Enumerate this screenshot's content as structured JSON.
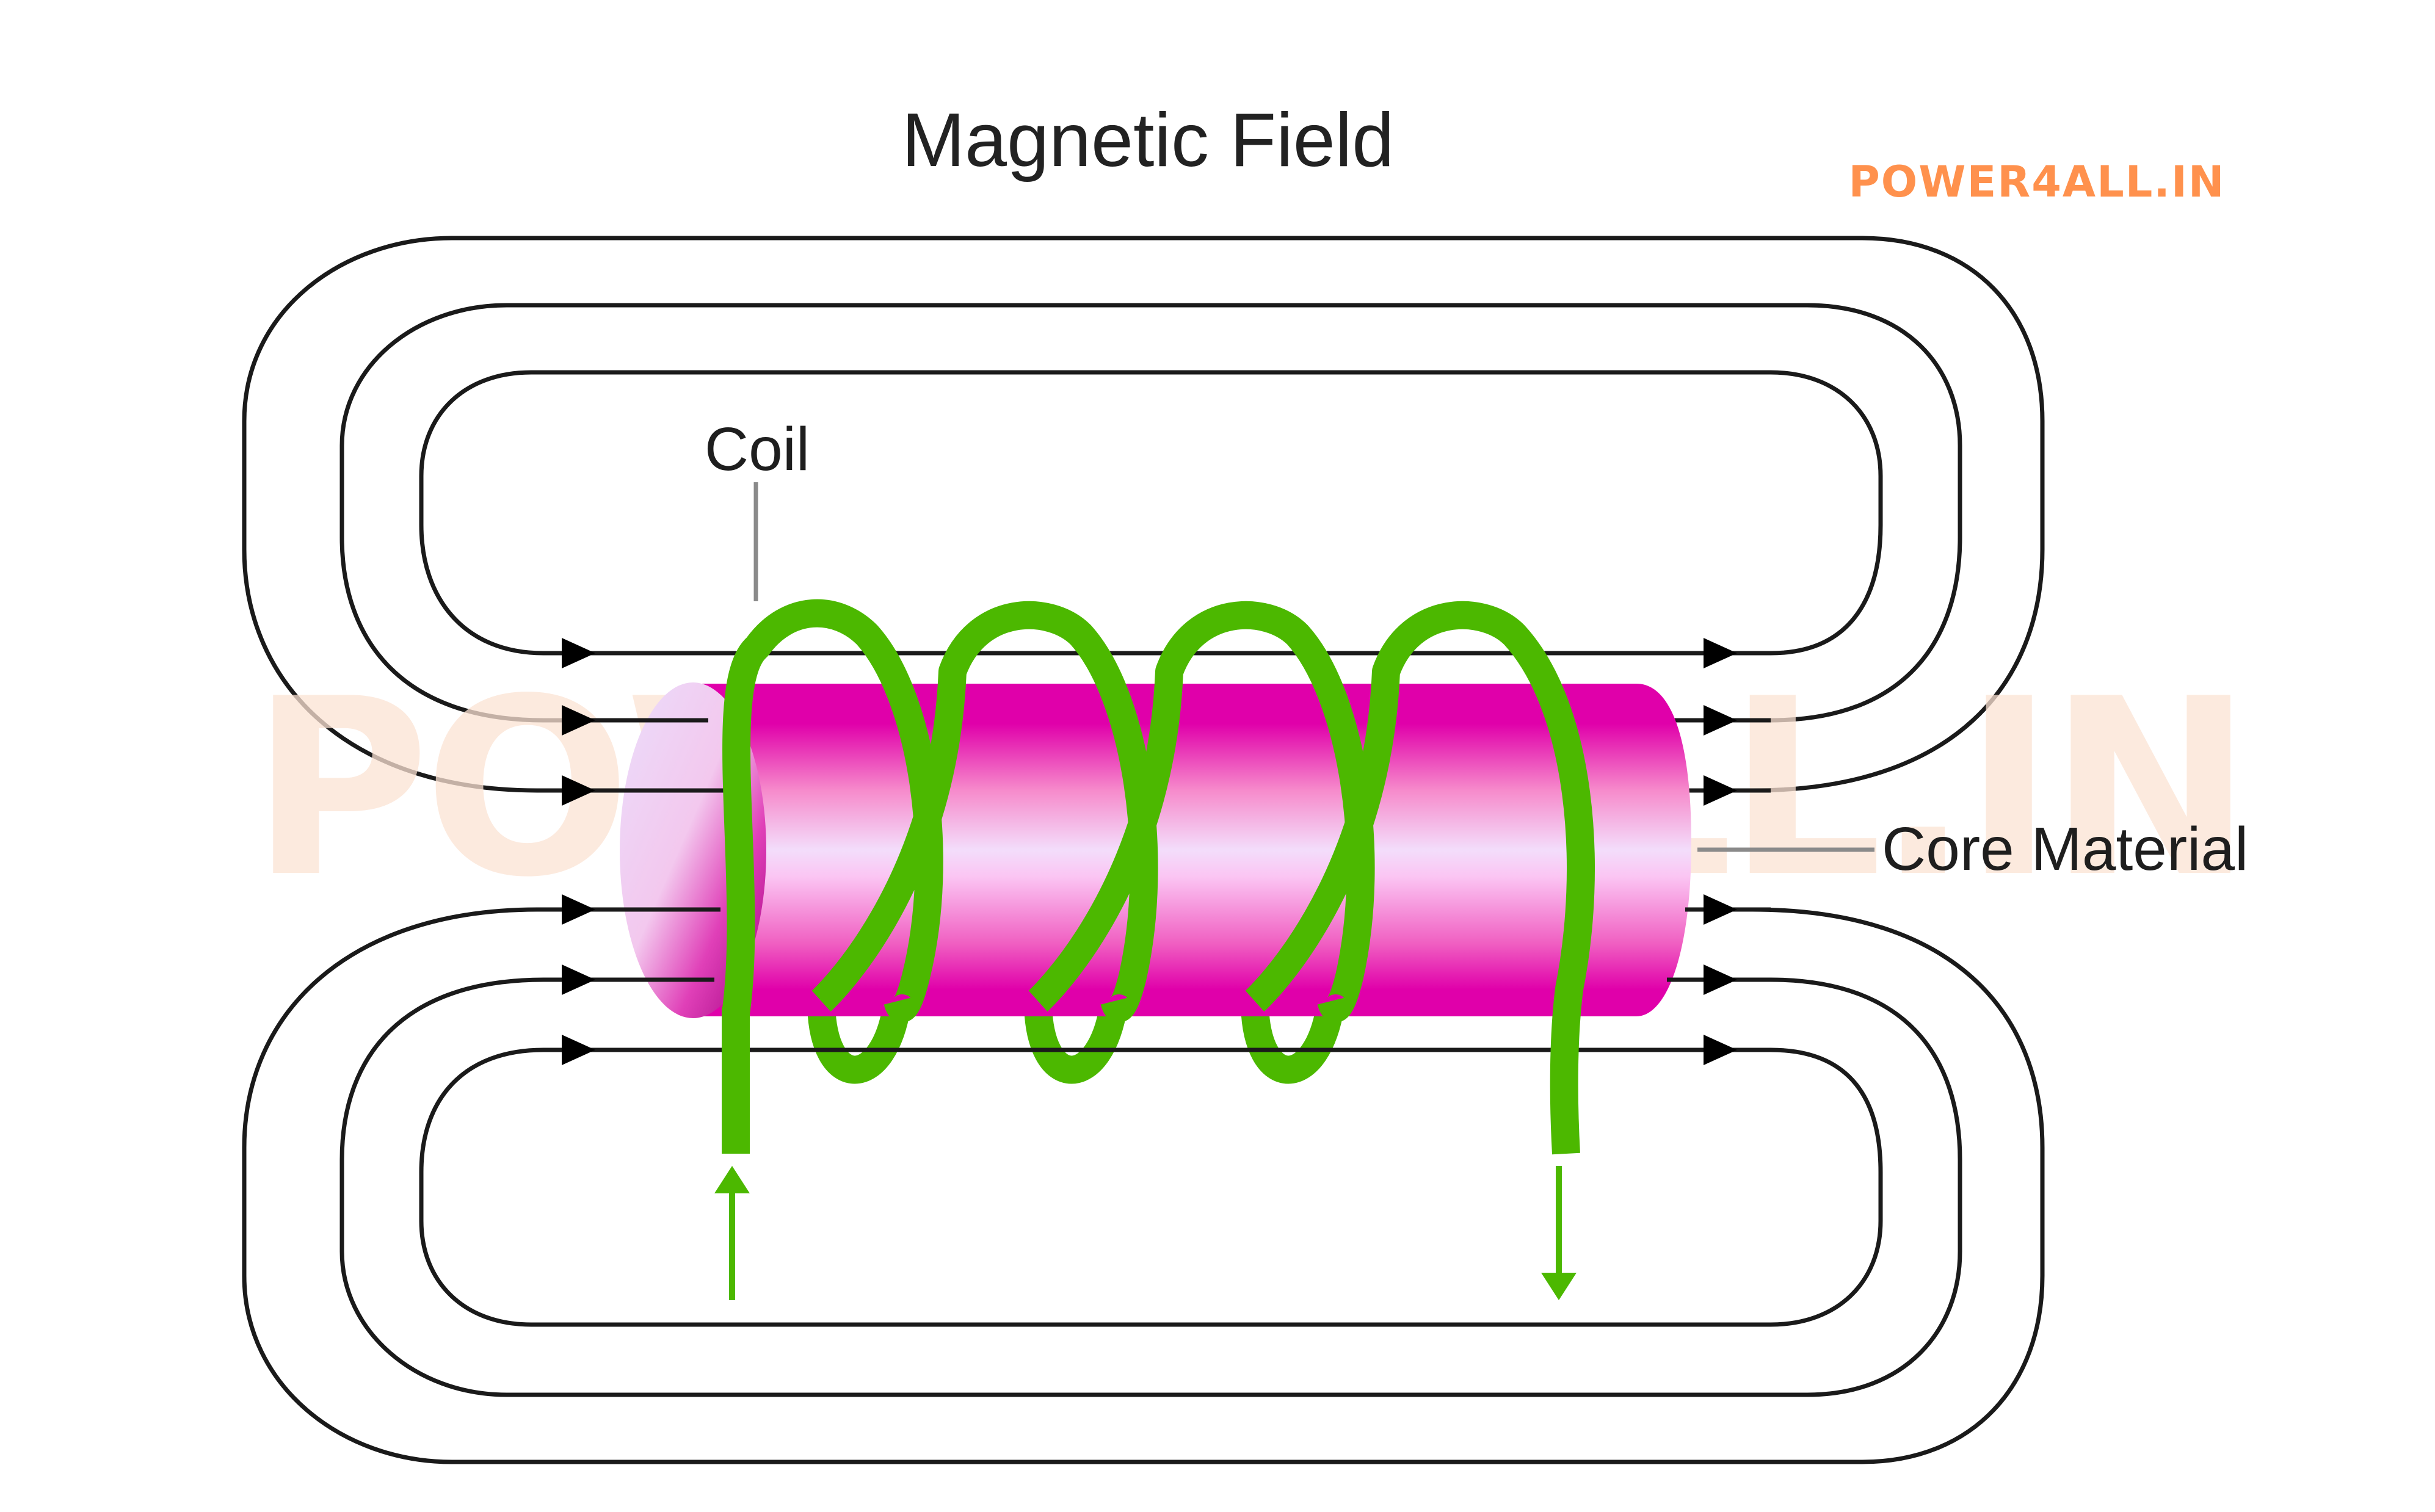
{
  "title": "Magnetic Field",
  "brand": {
    "text": "POWER4ALL.IN",
    "color": "#FF914D"
  },
  "watermark": {
    "text": "POWER4ALL.IN",
    "color": "#FCE3D4"
  },
  "labels": {
    "coil": "Coil",
    "core": "Core Material"
  },
  "colors": {
    "coil": "#4CB800",
    "core_dark": "#E000AA",
    "core_mid": "#F78AD0",
    "core_light": "#F5DDFB",
    "field_line": "#1A1A1A",
    "leader_line": "#8A8A8A"
  },
  "diagram": {
    "coil_turns": 4,
    "field_lines_per_side": 6,
    "current_in_direction": "up",
    "current_out_direction": "down",
    "field_arrow_direction": "right"
  }
}
